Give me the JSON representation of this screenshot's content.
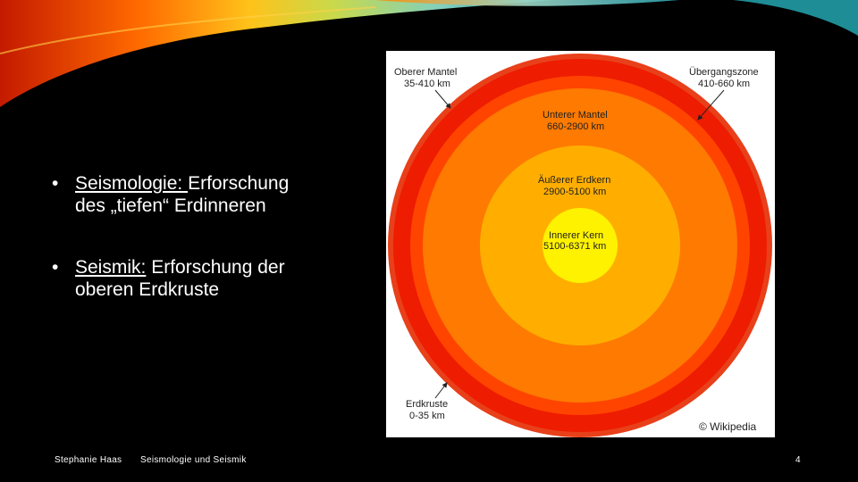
{
  "bullets": [
    {
      "underlined": "Seismologie: ",
      "rest_line1": "Erforschung",
      "rest_line2": "des „tiefen“ Erdinneren"
    },
    {
      "underlined": "Seismik:",
      "rest_line1": " Erforschung der",
      "rest_line2": "oberen Erdkruste"
    }
  ],
  "figure": {
    "labels": {
      "upper_mantle_name": "Oberer Mantel",
      "upper_mantle_range": "35-410 km",
      "transition_name": "Übergangszone",
      "transition_range": "410-660 km",
      "lower_mantle_name": "Unterer Mantel",
      "lower_mantle_range": "660-2900 km",
      "outer_core_name": "Äußerer Erdkern",
      "outer_core_range": "2900-5100 km",
      "inner_core_name": "Innerer Kern",
      "inner_core_range": "5100-6371 km",
      "crust_name": "Erdkruste",
      "crust_range": "0-35 km"
    },
    "credit": "© Wikipedia",
    "colors": {
      "crust": "#e8401a",
      "upper_mantle": "#ee1c00",
      "transition": "#ff4400",
      "lower_mantle": "#ff7a00",
      "outer_core": "#ffae00",
      "inner_core": "#fff200"
    }
  },
  "footer": {
    "author": "Stephanie Haas",
    "title": "Seismologie und Seismik",
    "page": "4"
  }
}
